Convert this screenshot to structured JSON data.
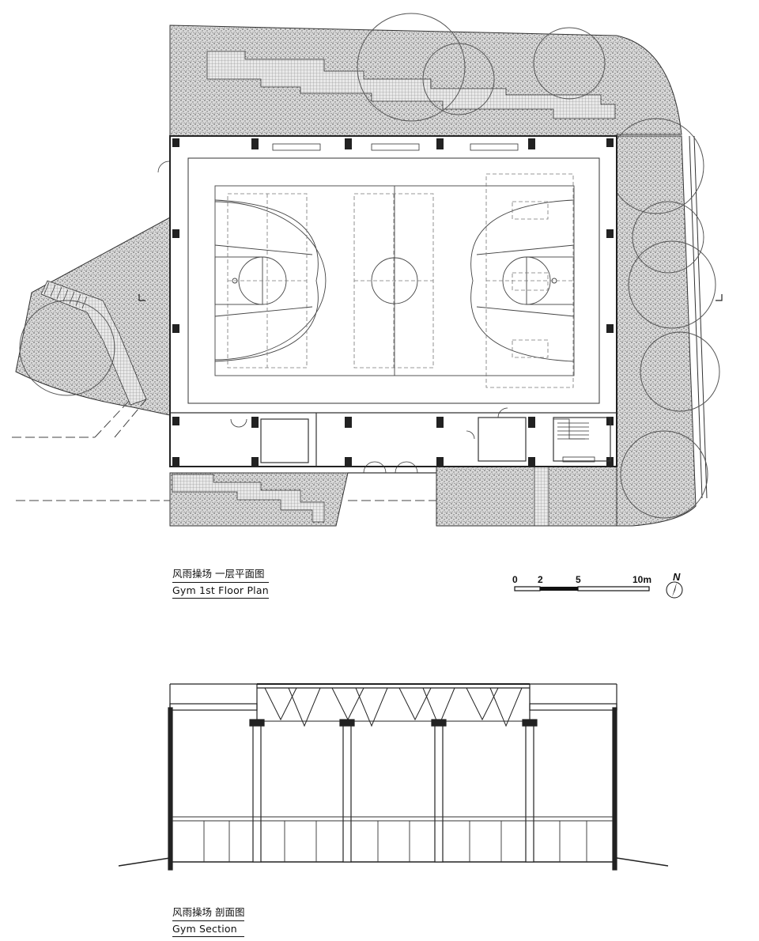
{
  "plan_caption": {
    "cn": "风雨操场 一层平面图",
    "en": "Gym 1st Floor Plan"
  },
  "section_caption": {
    "cn": "风雨操场 剖面图",
    "en": "Gym Section"
  },
  "scale_bar": {
    "labels": [
      "0",
      "2",
      "5",
      "10m"
    ]
  },
  "north_arrow": {
    "label": "N"
  }
}
